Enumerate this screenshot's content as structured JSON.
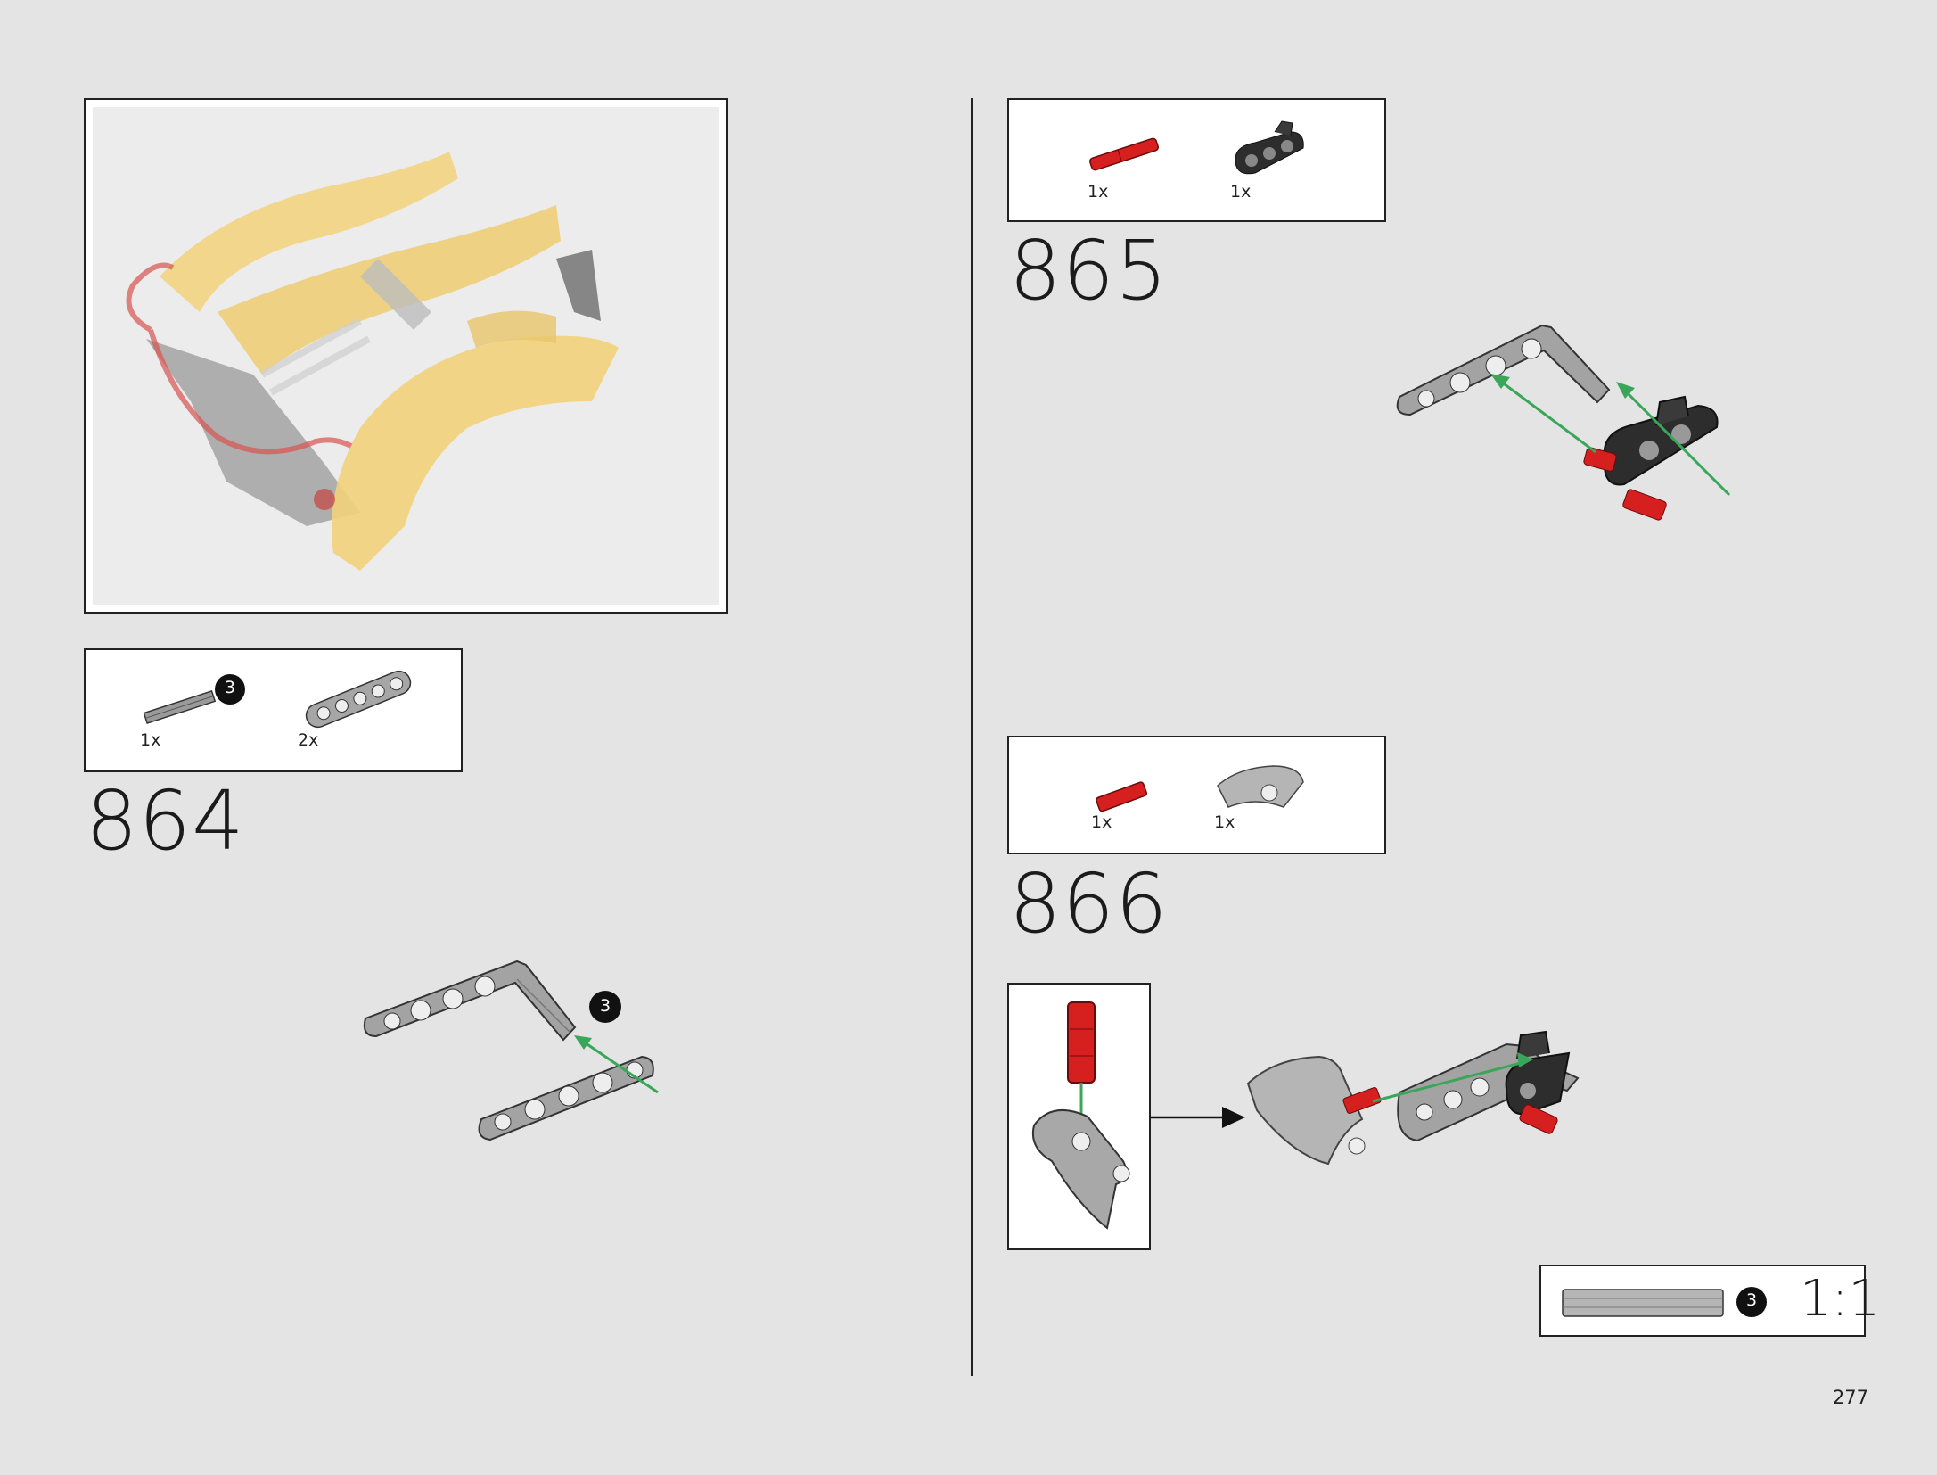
{
  "page": {
    "number": "277"
  },
  "steps": [
    {
      "number": "864",
      "parts": [
        {
          "icon": "axle-3-icon",
          "qty": "1x",
          "callout": "3"
        },
        {
          "icon": "beam-5-icon",
          "qty": "2x"
        }
      ],
      "callout": "3"
    },
    {
      "number": "865",
      "parts": [
        {
          "icon": "red-axle-pin-icon",
          "qty": "1x"
        },
        {
          "icon": "black-connector-icon",
          "qty": "1x"
        }
      ]
    },
    {
      "number": "866",
      "parts": [
        {
          "icon": "red-axle-2-icon",
          "qty": "1x"
        },
        {
          "icon": "grey-panel-icon",
          "qty": "1x"
        }
      ]
    }
  ],
  "scale_box": {
    "callout": "3",
    "scale": "1:1"
  },
  "colors": {
    "background": "#e4e4e4",
    "arrow": "#3aa65a",
    "red_part": "#d61f1f",
    "model_yellow": "#f2d27a"
  }
}
